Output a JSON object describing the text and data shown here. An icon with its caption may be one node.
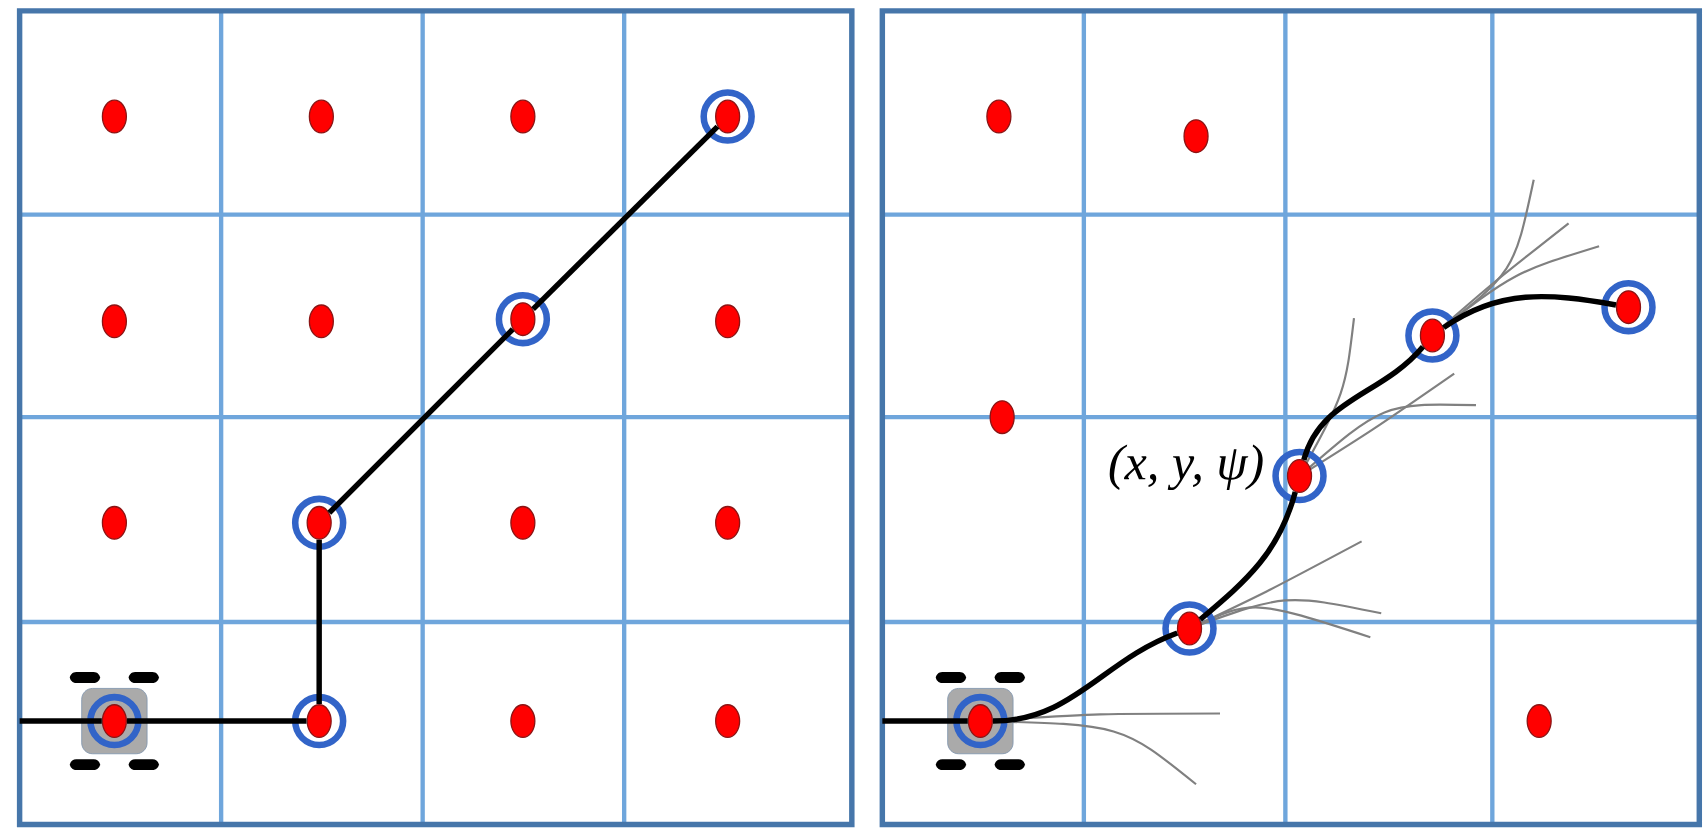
{
  "diagram": {
    "nodes": [
      {
        "text": [],
        "shape": "circle"
      },
      {
        "text": [],
        "shape": "circle"
      },
      {
        "text": [],
        "shape": "circle"
      },
      {
        "text": [],
        "shape": "circle"
      },
      {
        "text": [],
        "shape": "circle"
      },
      {
        "text": [],
        "shape": "circle"
      },
      {
        "text": [],
        "shape": "circle"
      },
      {
        "text": [],
        "shape": "circle"
      },
      {
        "text": [],
        "shape": "circle"
      },
      {
        "text": [],
        "shape": "circle"
      },
      {
        "text": [],
        "shape": "circle"
      },
      {
        "text": [],
        "shape": "circle"
      },
      {
        "text": [],
        "shape": "circle"
      },
      {
        "text": [],
        "shape": "circle"
      },
      {
        "text": [],
        "shape": "circle"
      },
      {
        "text": [],
        "shape": "circle"
      },
      {
        "text": [],
        "shape": "circle"
      },
      {
        "text": [],
        "shape": "circle"
      },
      {
        "text": [],
        "shape": "circle"
      },
      {
        "text": [],
        "shape": "circle"
      },
      {
        "text": [],
        "shape": "circle"
      },
      {
        "text": [],
        "shape": "circle",
        "beside": [
          "(x, y, ψ)"
        ]
      },
      {
        "text": [],
        "shape": "circle"
      },
      {
        "text": [],
        "shape": "circle"
      },
      {
        "text": [],
        "shape": "circle"
      }
    ],
    "edges": [
      {
        "from": null,
        "to": 12,
        "arrow": "none"
      },
      {
        "from": 12,
        "to": 13,
        "arrow": "none"
      },
      {
        "from": 13,
        "to": 9,
        "arrow": "none"
      },
      {
        "from": 9,
        "to": 6,
        "arrow": "none"
      },
      {
        "from": 6,
        "to": 3,
        "arrow": "none"
      },
      {
        "from": null,
        "to": 23,
        "arrow": "none"
      },
      {
        "from": 23,
        "to": 22,
        "arrow": "none"
      },
      {
        "from": 22,
        "to": 21,
        "arrow": "none"
      },
      {
        "from": 21,
        "to": 19,
        "arrow": "none"
      },
      {
        "from": 19,
        "to": 18,
        "arrow": "none"
      }
    ]
  }
}
